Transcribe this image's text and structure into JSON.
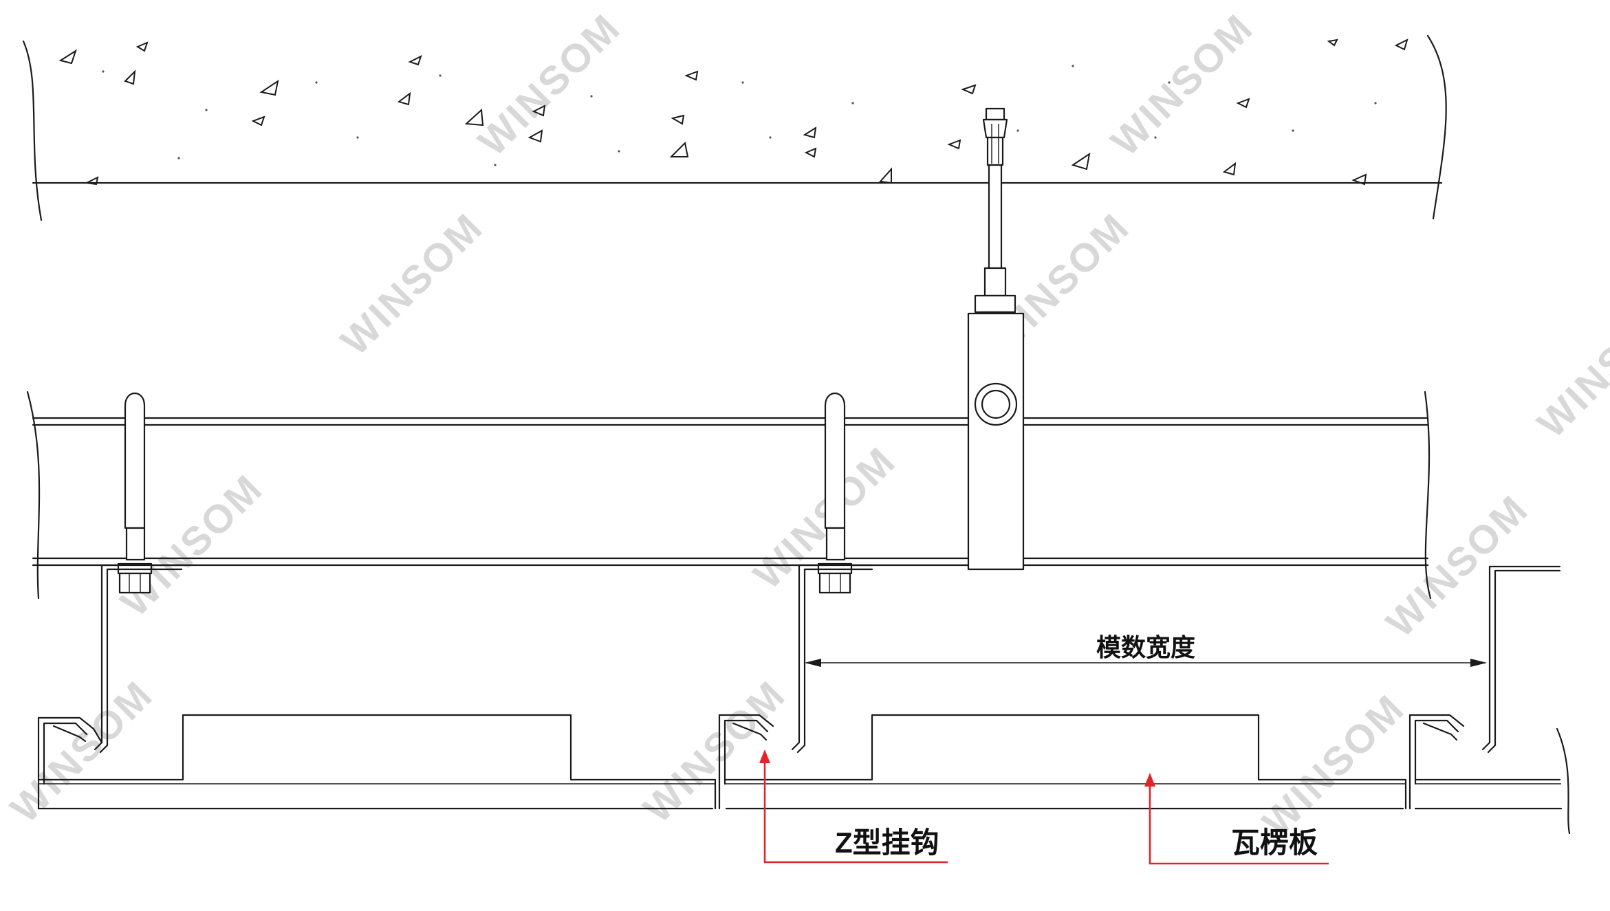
{
  "watermark": "WINSOM",
  "labels": {
    "module_width": "模数宽度",
    "z_hook": "Z型挂钩",
    "tile_panel": "瓦楞板"
  },
  "colors": {
    "line": "#1a1a1a",
    "leader": "#e0262a",
    "watermark": "#d8d8d8"
  }
}
